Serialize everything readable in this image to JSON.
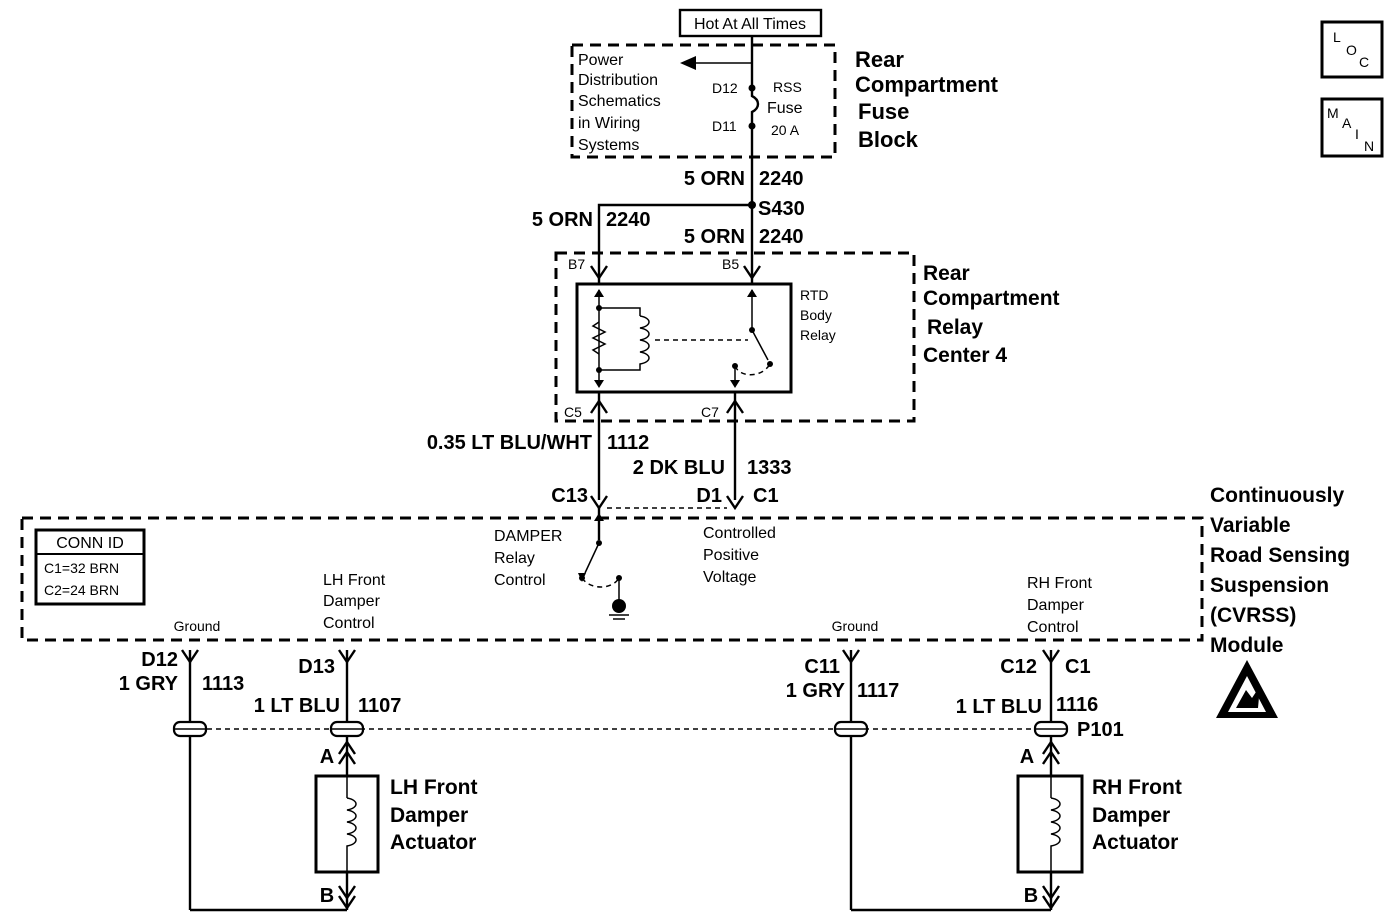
{
  "hot_label": "Hot At All Times",
  "fuse_block": {
    "reference_lines": [
      "Power",
      "Distribution",
      "Schematics",
      "in Wiring",
      "Systems"
    ],
    "name_lines": [
      "Rear",
      "Compartment",
      "Fuse",
      "Block"
    ],
    "pin_top": "D12",
    "pin_bottom": "D11",
    "fuse_lines": [
      "RSS",
      "Fuse",
      "20 A"
    ]
  },
  "nav": {
    "loc": [
      "L",
      "O",
      "C"
    ],
    "main": [
      "M",
      "A",
      "I",
      "N"
    ]
  },
  "wires": {
    "feed": {
      "gauge_color": "5 ORN",
      "circuit": "2240"
    },
    "splice": "S430",
    "branch_left": {
      "gauge_color": "5 ORN",
      "circuit": "2240"
    },
    "branch_right": {
      "gauge_color": "5 ORN",
      "circuit": "2240"
    },
    "relay_out": {
      "gauge_color": "0.35 LT BLU/WHT",
      "circuit": "1112"
    },
    "cpv": {
      "gauge_color": "2 DK BLU",
      "circuit": "1333"
    },
    "lh_ground": {
      "gauge": "1 GRY",
      "circuit": "1113"
    },
    "lh_control": {
      "gauge_color": "1 LT BLU",
      "circuit": "1107"
    },
    "rh_ground": {
      "gauge_color": "1 GRY",
      "circuit": "1117"
    },
    "rh_control": {
      "gauge_color": "1 LT BLU",
      "circuit": "1116"
    }
  },
  "relay_center": {
    "name_lines": [
      "Rear",
      "Compartment",
      "Relay",
      "Center 4"
    ],
    "relay_lines": [
      "RTD",
      "Body",
      "Relay"
    ],
    "pins": {
      "b7": "B7",
      "b5": "B5",
      "c5": "C5",
      "c7": "C7"
    }
  },
  "module": {
    "name_lines": [
      "Continuously",
      "Variable",
      "Road Sensing",
      "Suspension",
      "(CVRSS)",
      "Module"
    ],
    "conn_id": {
      "title": "CONN ID",
      "rows": [
        "C1=32 BRN",
        "C2=24 BRN"
      ]
    },
    "pins": {
      "c13": "C13",
      "d1": "D1",
      "c1_top": "C1",
      "d12": "D12",
      "d13": "D13",
      "c11": "C11",
      "c12": "C12",
      "c1_right": "C1"
    },
    "damper_relay_lines": [
      "DAMPER",
      "Relay",
      "Control"
    ],
    "cpv_lines": [
      "Controlled",
      "Positive",
      "Voltage"
    ],
    "ground_left": "Ground",
    "ground_right": "Ground",
    "lh_control_lines": [
      "LH Front",
      "Damper",
      "Control"
    ],
    "rh_control_lines": [
      "RH Front",
      "Damper",
      "Control"
    ]
  },
  "connector": "P101",
  "actuators": {
    "lh": {
      "name_lines": [
        "LH Front",
        "Damper",
        "Actuator"
      ],
      "pin_a": "A",
      "pin_b": "B"
    },
    "rh": {
      "name_lines": [
        "RH Front",
        "Damper",
        "Actuator"
      ],
      "pin_a": "A",
      "pin_b": "B"
    }
  },
  "esd_icon": "esd-sensitive-warning-icon"
}
